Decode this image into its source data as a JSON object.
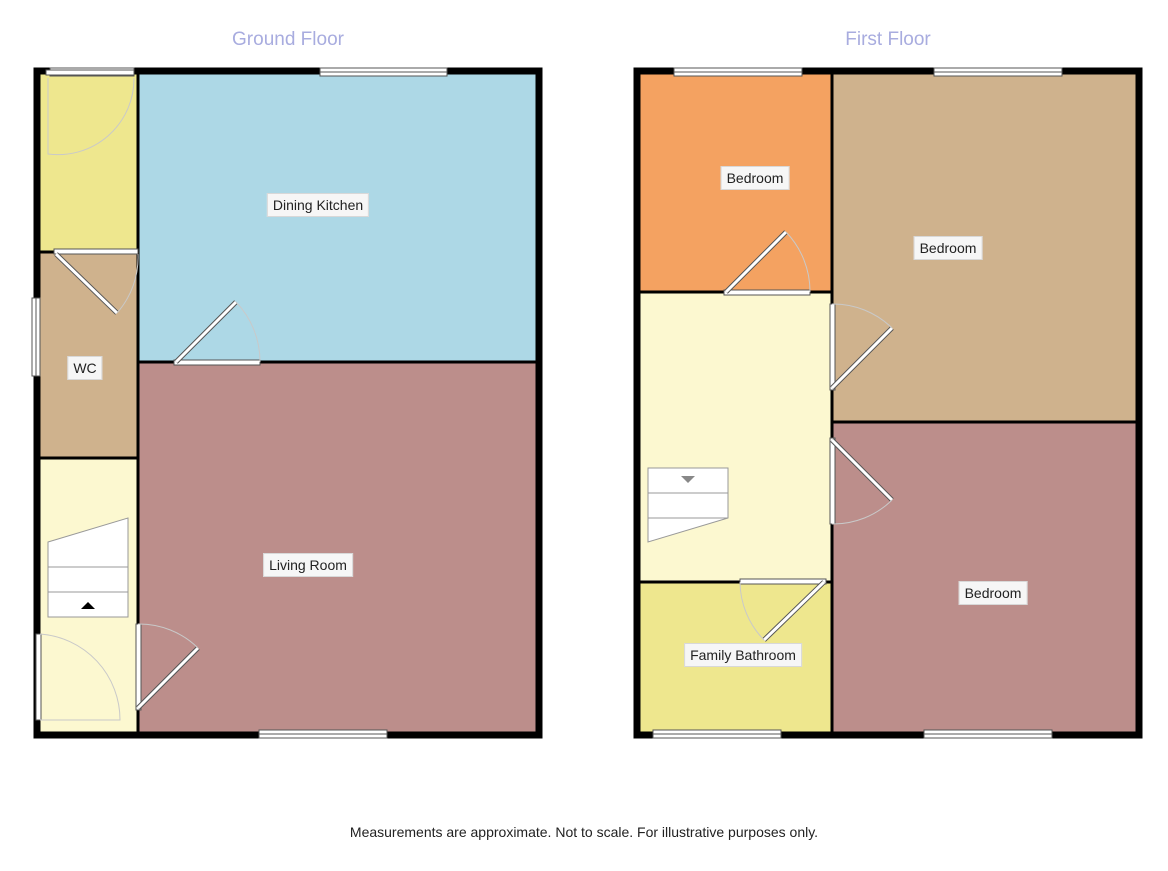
{
  "floors": [
    {
      "title": "Ground Floor",
      "rooms": [
        {
          "name": "Dining Kitchen",
          "color": "#add8e6"
        },
        {
          "name": "WC",
          "color": "#cfb28d"
        },
        {
          "name": "Living Room",
          "color": "#bc8e8b"
        },
        {
          "name": "",
          "color": "#eee78e"
        },
        {
          "name": "",
          "color": "#fcf8d0"
        }
      ]
    },
    {
      "title": "First Floor",
      "rooms": [
        {
          "name": "Bedroom",
          "color": "#f4a261"
        },
        {
          "name": "Bedroom",
          "color": "#cfb28d"
        },
        {
          "name": "Bedroom",
          "color": "#bc8e8b"
        },
        {
          "name": "Family Bathroom",
          "color": "#eee78e"
        },
        {
          "name": "",
          "color": "#fcf8d0"
        }
      ]
    }
  ],
  "footer": "Measurements are approximate. Not to scale. For illustrative purposes only.",
  "colors": {
    "wall": "#000000",
    "stairs_arrow": "#888888"
  }
}
